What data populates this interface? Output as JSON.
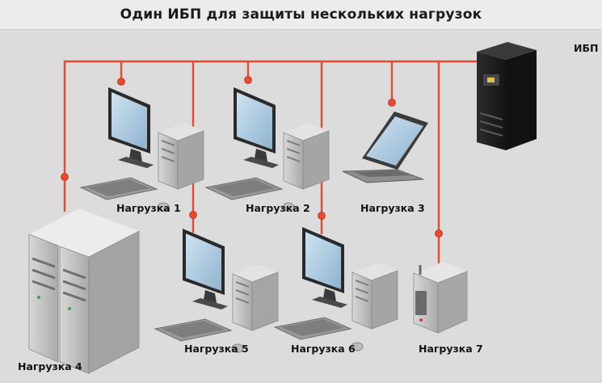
{
  "diagram": {
    "title": "Один ИБП для защиты нескольких нагрузок",
    "ups_label": "ИБП",
    "loads": [
      {
        "id": "load-1",
        "label": "Нагрузка 1",
        "kind": "desktop"
      },
      {
        "id": "load-2",
        "label": "Нагрузка 2",
        "kind": "desktop"
      },
      {
        "id": "load-3",
        "label": "Нагрузка 3",
        "kind": "laptop"
      },
      {
        "id": "load-4",
        "label": "Нагрузка 4",
        "kind": "server"
      },
      {
        "id": "load-5",
        "label": "Нагрузка 5",
        "kind": "desktop"
      },
      {
        "id": "load-6",
        "label": "Нагрузка 6",
        "kind": "desktop"
      },
      {
        "id": "load-7",
        "label": "Нагрузка 7",
        "kind": "network-device"
      }
    ],
    "colors": {
      "cable": "#e8492f",
      "background": "#dcdcdc",
      "title_bar": "#ececec",
      "text": "#141414",
      "ups_body": "#1e1e1e",
      "equipment_gray": "#c9c9c9",
      "screen": "#a9c8e0"
    }
  }
}
